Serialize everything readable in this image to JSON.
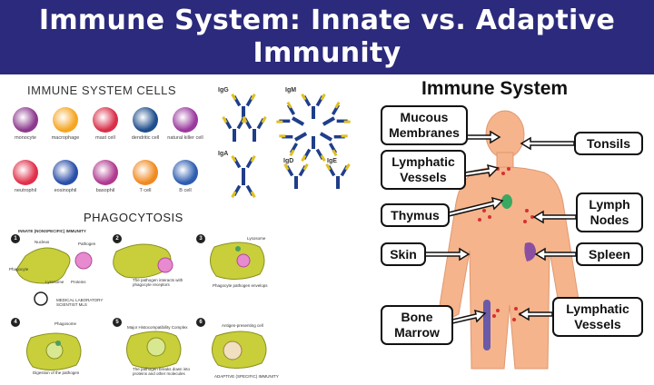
{
  "banner": {
    "title_line1": "Immune System: Innate vs. Adaptive",
    "title_line2": "Immunity"
  },
  "cells": {
    "title": "IMMUNE SYSTEM CELLS",
    "items": [
      {
        "label": "monocyte",
        "color": "#8c3a8e"
      },
      {
        "label": "macrophage",
        "color": "#f5a623"
      },
      {
        "label": "mast cell",
        "color": "#d8304a"
      },
      {
        "label": "dendritic cell",
        "color": "#1f4e8c"
      },
      {
        "label": "natural killer cell",
        "color": "#9a3a9e"
      },
      {
        "label": "neutrophil",
        "color": "#e0304a"
      },
      {
        "label": "eosinophil",
        "color": "#2a4fa8"
      },
      {
        "label": "basophil",
        "color": "#b03a90"
      },
      {
        "label": "T cell",
        "color": "#f08a20"
      },
      {
        "label": "B cell",
        "color": "#2e5db0"
      }
    ]
  },
  "antibodies": {
    "igg": "IgG",
    "igm": "IgM",
    "iga": "IgA",
    "igd": "IgD",
    "ige": "IgE"
  },
  "phagocytosis": {
    "title": "PHAGOCYTOSIS",
    "subtitle": "INNATE (NONSPECIFIC) IMMUNITY",
    "steps": [
      "1",
      "2",
      "3",
      "4",
      "5",
      "6"
    ],
    "labels": {
      "nucleus": "Nucleus",
      "pathogen": "Pathogen",
      "phagocyte": "Phagocyte",
      "lysosome": "Lysosome",
      "proteins": "Proteins",
      "lysosome3": "Lysosome",
      "step2": "The pathogen interacts with phagocyte receptors",
      "step3": "Phagocyte pathogen envelops",
      "phagosome": "Phagosome",
      "step4": "Digestion of the pathogen",
      "mhc": "Major Histocompatibility Complex",
      "step5": "The pathogen breaks down into proteins and other molecules",
      "apc": "Antigen-presenting cell",
      "step6": "ADAPTIVE (SPECIFIC) IMMUNITY",
      "logo": "MEDICAL LABORATORY SCIENTIST MLS"
    }
  },
  "immune_system": {
    "title": "Immune System",
    "callouts": {
      "mucous": "Mucous Membranes",
      "tonsils": "Tonsils",
      "lymphatic_top": "Lymphatic Vessels",
      "thymus": "Thymus",
      "lymph_nodes": "Lymph Nodes",
      "skin": "Skin",
      "spleen": "Spleen",
      "bone_marrow": "Bone Marrow",
      "lymphatic_bottom": "Lymphatic Vessels"
    },
    "colors": {
      "body": "#f5b48c",
      "organ": "#8a4fa0",
      "thymus": "#3aa860",
      "node": "#d63030"
    }
  }
}
